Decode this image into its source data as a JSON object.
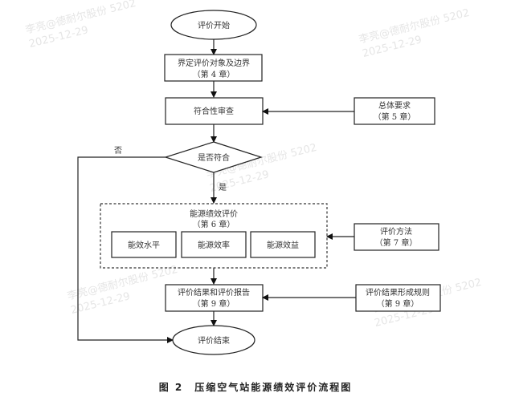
{
  "nodes": {
    "start": "评价开始",
    "define_scope": {
      "title": "界定评价对象及边界",
      "ref": "（第 4 章）"
    },
    "compliance_review": "符合性审查",
    "general_requirements": {
      "title": "总体要求",
      "ref": "（第 5 章）"
    },
    "decision": "是否符合",
    "performance_eval": {
      "title": "能源绩效评价",
      "ref": "（第 6 章）",
      "items": [
        "能效水平",
        "能源效率",
        "能源效益"
      ]
    },
    "eval_method": {
      "title": "评价方法",
      "ref": "（第 7 章）"
    },
    "result_report": {
      "title": "评价结果和评价报告",
      "ref": "（第 9 章）"
    },
    "result_rules": {
      "title": "评价结果形成规则",
      "ref": "（第 9 章）"
    },
    "end": "评价结束"
  },
  "edge_labels": {
    "yes": "是",
    "no": "否"
  },
  "caption": "图 2　压缩空气站能源绩效评价流程图",
  "watermark": {
    "line1": "李亮@德耐尔股份 5202",
    "line2": "2025-12-29"
  }
}
